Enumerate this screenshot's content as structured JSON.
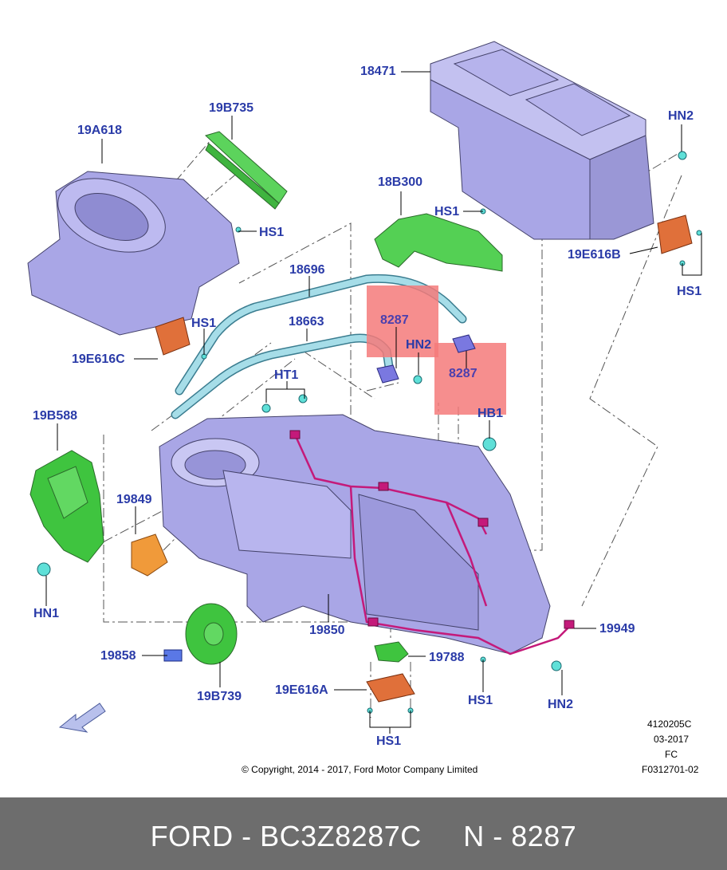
{
  "labels": {
    "l18471": "18471",
    "l19b735": "19B735",
    "l19a618": "19A618",
    "l18b300": "18B300",
    "lhn2_top": "HN2",
    "lhs1_a": "HS1",
    "lhs1_b": "HS1",
    "l19e616b": "19E616B",
    "lhs1_c": "HS1",
    "l18696": "18696",
    "l18663": "18663",
    "l8287_a": "8287",
    "lhn2_mid": "HN2",
    "l8287_b": "8287",
    "lhs1_d": "HS1",
    "l19e616c": "19E616C",
    "lht1": "HT1",
    "lhb1": "HB1",
    "l19b588": "19B588",
    "l19849": "19849",
    "lhn1": "HN1",
    "l19850": "19850",
    "l19949": "19949",
    "l19858": "19858",
    "l19788": "19788",
    "l19b739": "19B739",
    "l19e616a": "19E616A",
    "lhs1_e": "HS1",
    "lhn2_bot": "HN2",
    "lhs1_f": "HS1"
  },
  "meta": {
    "code": "4120205C",
    "date": "03-2017",
    "fc": "FC",
    "ref": "F0312701-02"
  },
  "copyright": "© Copyright, 2014 - 2017, Ford Motor Company Limited",
  "footer": "FORD - BC3Z8287C     N - 8287",
  "colors": {
    "housing": "#a9a6e6",
    "green_part": "#3fc43f",
    "orange_part": "#e0703a",
    "hose": "#a6dde8",
    "highlight": "#f47a7a",
    "wire": "#c41a7a",
    "label": "#2a3ba8",
    "footer_bg": "#6d6d6d"
  }
}
